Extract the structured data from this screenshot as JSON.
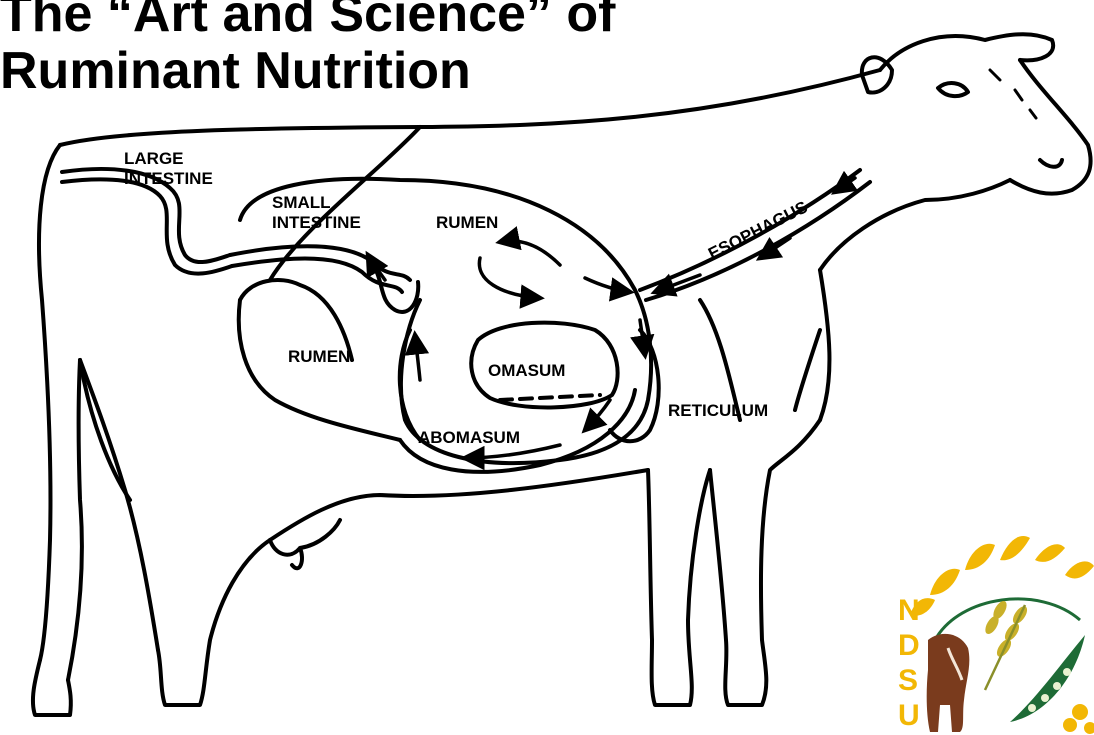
{
  "title": {
    "line1": "The “Art and Science” of",
    "line2": "Ruminant Nutrition"
  },
  "labels": {
    "large_intestine_1": "LARGE",
    "large_intestine_2": "INTESTINE",
    "small_intestine_1": "SMALL",
    "small_intestine_2": "INTESTINE",
    "rumen_upper": "RUMEN",
    "rumen_lower": "RUMEN",
    "esophagus": "ESOPHAGUS",
    "omasum": "OMASUM",
    "reticulum": "RETICULUM",
    "abomasum": "ABOMASUM"
  },
  "logo": {
    "text": "NDSU",
    "colors": {
      "gold": "#f2b705",
      "green": "#1e6b36",
      "brown": "#7a3b1d",
      "olive": "#8a8f2a"
    }
  },
  "colors": {
    "ink": "#000000",
    "background": "#ffffff"
  }
}
